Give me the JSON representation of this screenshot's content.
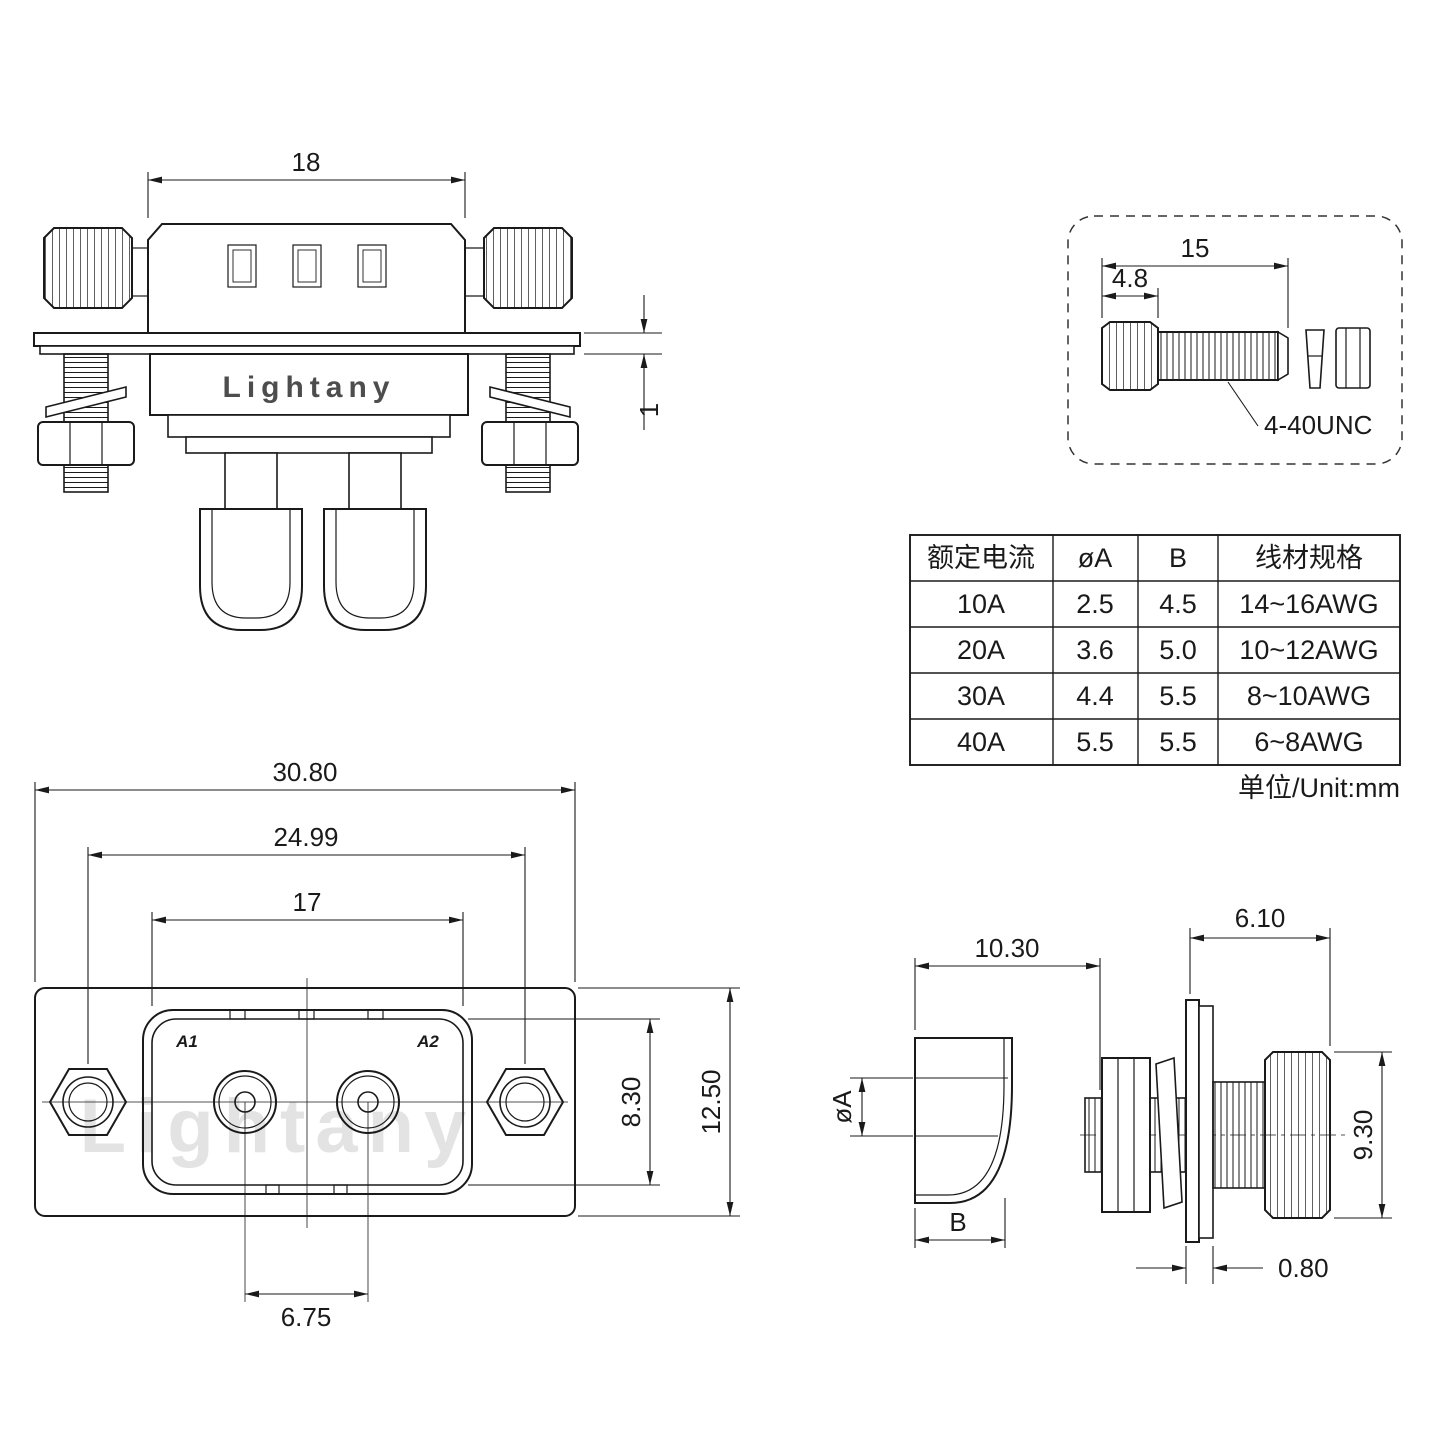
{
  "brand": {
    "logo_text": "Lightany",
    "watermark": "Lightany",
    "colors": {
      "line": "#1a1a1a",
      "logo_gray": "#4d4d4d",
      "watermark_gray": "#e3e3e3"
    }
  },
  "top_view": {
    "dim_width": "18",
    "dim_flange_thickness": "1"
  },
  "screw_detail": {
    "dim_total_length": "15",
    "dim_knob_length": "4.8",
    "thread_spec": "4-40UNC"
  },
  "table": {
    "headers": [
      "额定电流",
      "øA",
      "B",
      "线材规格"
    ],
    "rows": [
      [
        "10A",
        "2.5",
        "4.5",
        "14~16AWG"
      ],
      [
        "20A",
        "3.6",
        "5.0",
        "10~12AWG"
      ],
      [
        "30A",
        "4.4",
        "5.5",
        "8~10AWG"
      ],
      [
        "40A",
        "5.5",
        "5.5",
        "6~8AWG"
      ]
    ],
    "unit_note": "单位/Unit:mm"
  },
  "front_view": {
    "dim_overall_width": "30.80",
    "dim_mount_pitch": "24.99",
    "dim_shell_width": "17",
    "dim_shell_height": "8.30",
    "dim_overall_height": "12.50",
    "dim_contact_pitch": "6.75",
    "contact_labels": [
      "A1",
      "A2"
    ]
  },
  "side_view": {
    "dim_rear_depth": "10.30",
    "dim_front_length": "6.10",
    "dim_height": "9.30",
    "dim_panel_thickness": "0.80",
    "label_diameter": "øA",
    "label_cup_opening": "B"
  }
}
